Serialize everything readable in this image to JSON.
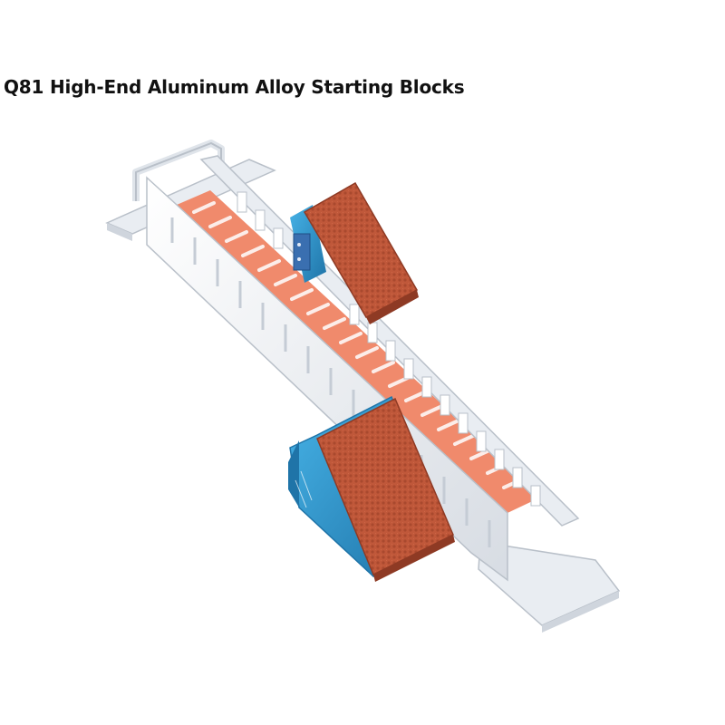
{
  "product": {
    "title": "Q81 High-End Aluminum Alloy Starting Blocks"
  },
  "colors": {
    "rail": "#f2f4f7",
    "rail_shadow": "#cfd5dd",
    "rail_edge": "#b9c0c9",
    "track_surface": "#f08a6c",
    "pad": "#c0583a",
    "pad_dark": "#8e3a24",
    "block_frame": "#2f9fd6",
    "block_frame_dark": "#1f74a8"
  },
  "illustration": {
    "subject": "starting-blocks",
    "pedals": 2
  }
}
